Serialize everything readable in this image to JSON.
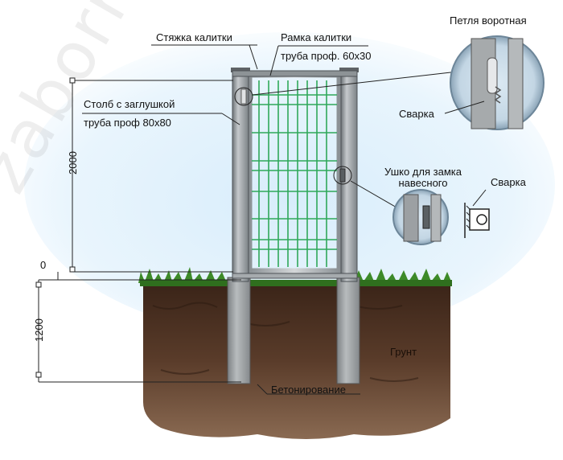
{
  "labels": {
    "gate_tie": "Стяжка калитки",
    "gate_frame_line1": "Рамка калитки",
    "gate_frame_line2": "труба проф. 60х30",
    "gate_hinge": "Петля воротная",
    "post_line1": "Столб с заглушкой",
    "post_line2": "труба проф 80х80",
    "weld_1": "Сварка",
    "lock_eye_line1": "Ушко для замка",
    "lock_eye_line2": "навесного",
    "weld_2": "Сварка",
    "soil": "Грунт",
    "concreting": "Бетонирование"
  },
  "dimensions": {
    "height_above": "2000",
    "ground_zero": "0",
    "depth_below": "1200"
  },
  "watermark": "zaborroff.ru",
  "colors": {
    "sky": "#cfe8f8",
    "soil_dark": "#3b261a",
    "soil_mid": "#6b4a35",
    "grass": "#3e8a2a",
    "post_metal": "#9ea3a6",
    "mesh_green": "#2fa85a"
  }
}
